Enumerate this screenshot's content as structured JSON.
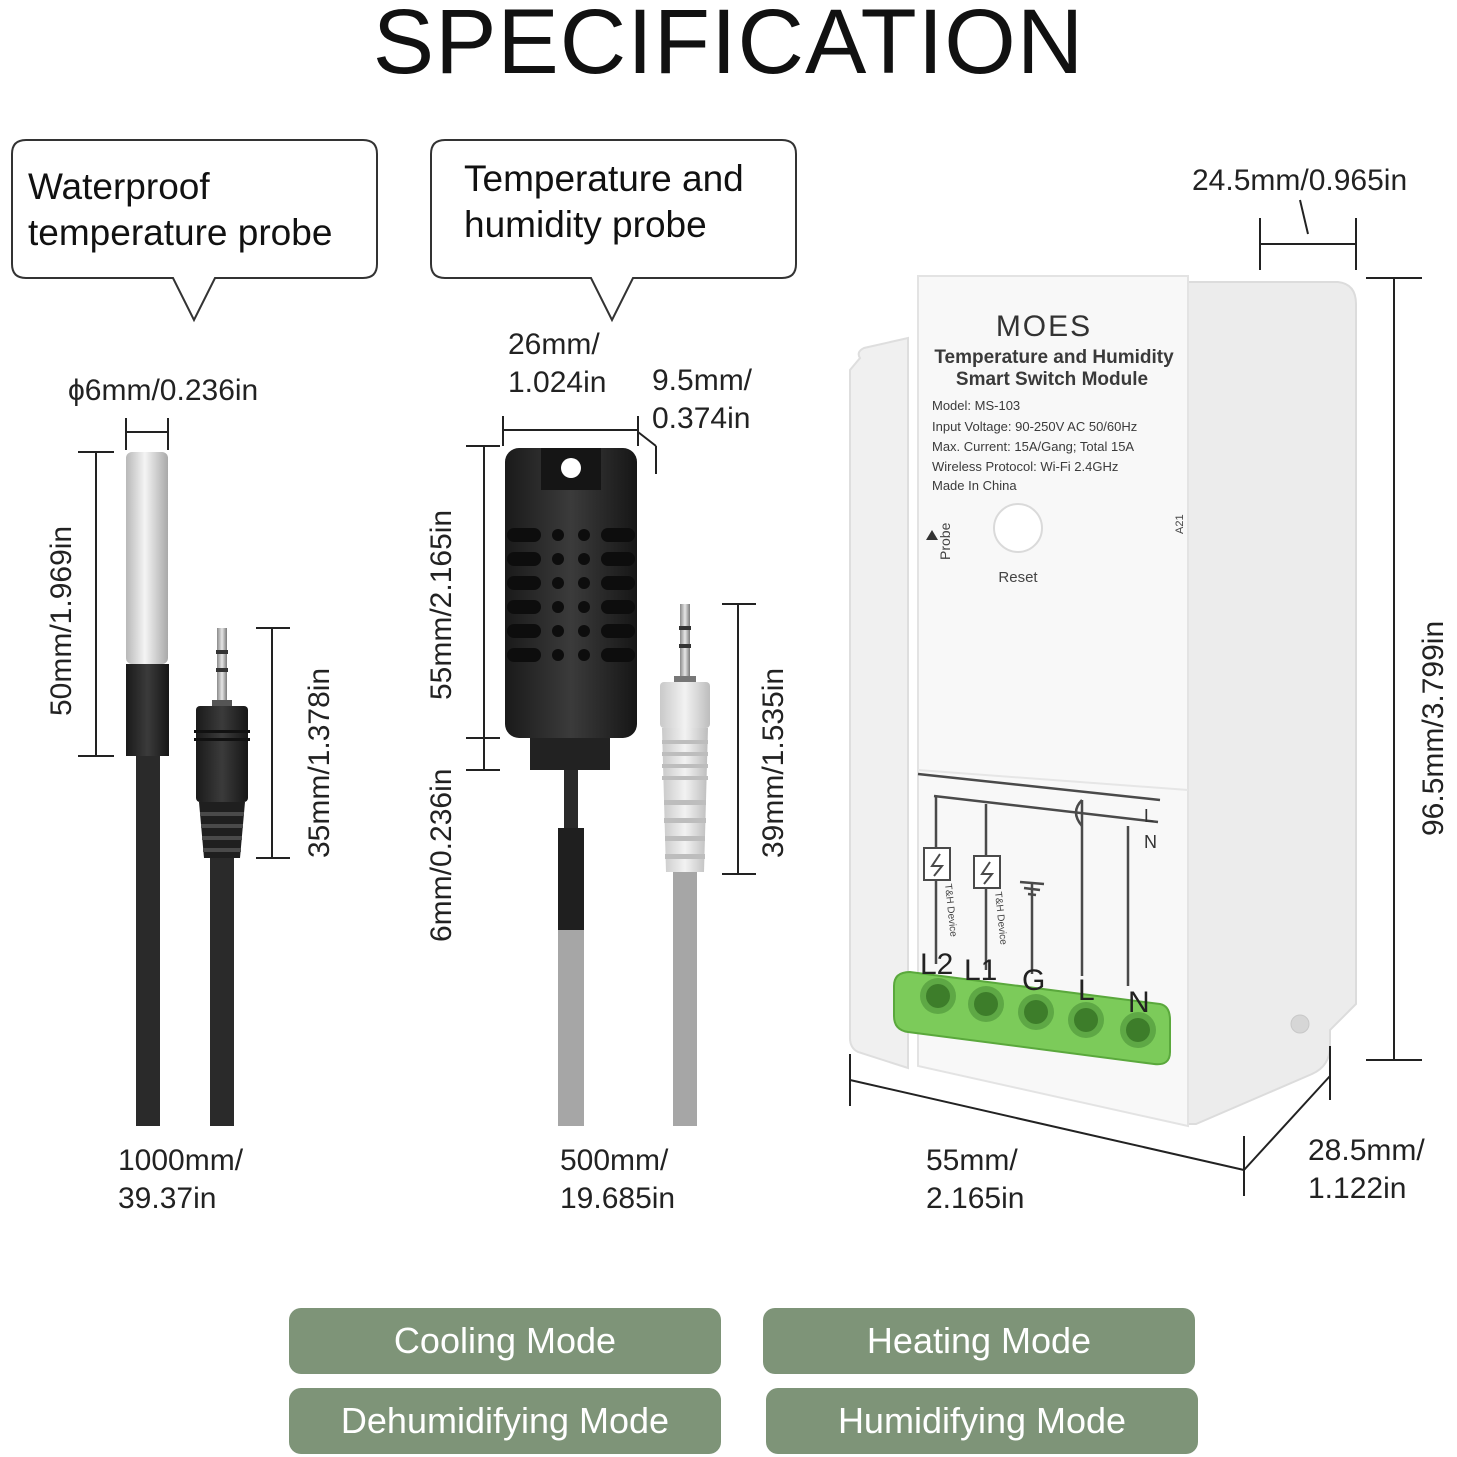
{
  "title": "SPECIFICATION",
  "bubbles": {
    "waterproof": {
      "line1": "Waterproof",
      "line2": "temperature probe"
    },
    "humidity": {
      "line1": "Temperature and",
      "line2": "humidity probe"
    }
  },
  "dims": {
    "dia": "ϕ6mm/0.236in",
    "probe_len": "50mm/1.969in",
    "jack1": "35mm/1.378in",
    "cable1": "1000mm/\n39.37in",
    "width26": "26mm/\n1.024in",
    "depth95": "9.5mm/\n0.374in",
    "len55": "55mm/2.165in",
    "neck6": "6mm/0.236in",
    "jack2": "39mm/1.535in",
    "cable2": "500mm/\n19.685in",
    "mod_w": "55mm/\n2.165in",
    "mod_d": "28.5mm/\n1.122in",
    "mod_h": "96.5mm/3.799in",
    "mod_tab": "24.5mm/0.965in"
  },
  "module": {
    "brand": "MOES",
    "name_line1": "Temperature and Humidity",
    "name_line2": "Smart Switch Module",
    "specs": [
      "Model: MS-103",
      "Input Voltage: 90-250V AC 50/60Hz",
      "Max. Current: 15A/Gang; Total 15A",
      "Wireless Protocol: Wi-Fi 2.4GHz",
      "Made In China"
    ],
    "probe_label": "Probe",
    "side_code": "A21",
    "reset_label": "Reset",
    "device_label": "T&H Device",
    "line_L": "L",
    "line_N": "N",
    "terminals": [
      "L2",
      "L1",
      "G",
      "L",
      "N"
    ]
  },
  "modes": {
    "cooling": "Cooling Mode",
    "heating": "Heating Mode",
    "dehumidifying": "Dehumidifying Mode",
    "humidifying": "Humidifying Mode"
  },
  "colors": {
    "mode_bg": "#7e9478",
    "terminal_green": "#7ccb5a",
    "probe_black": "#222222"
  }
}
